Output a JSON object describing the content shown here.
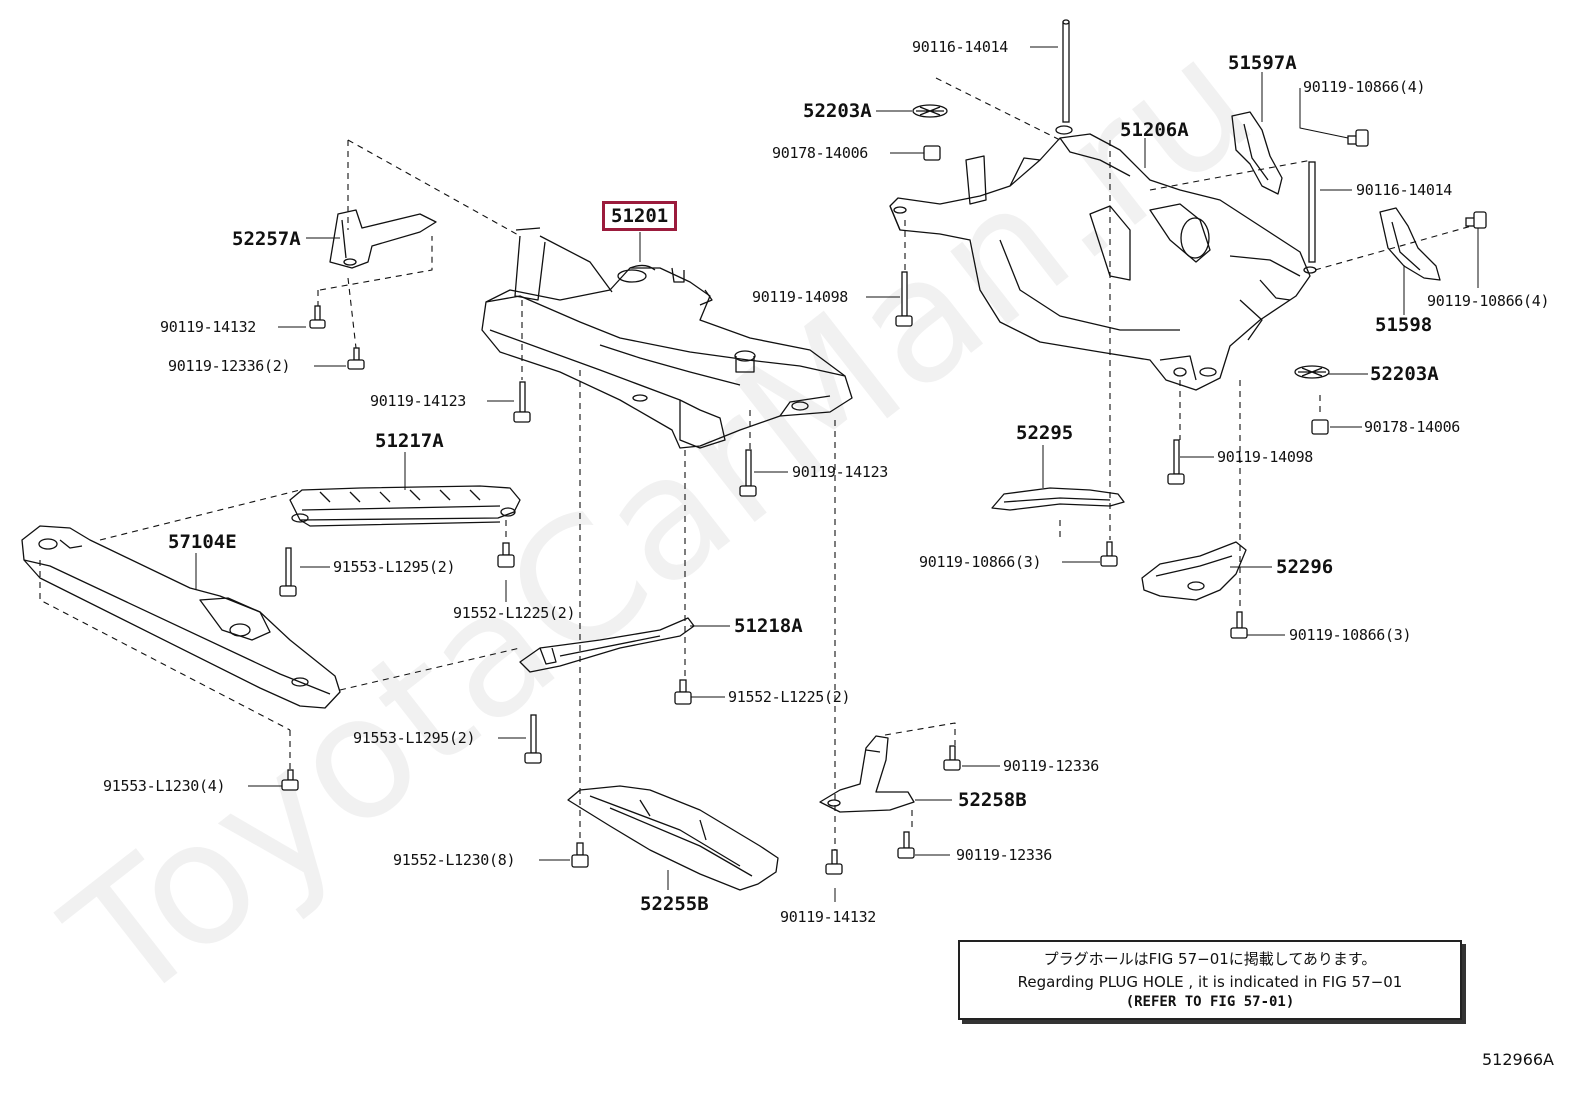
{
  "diagram": {
    "highlight_color": "#9b1b3c",
    "watermark": "ToyotaCarMan.ru",
    "figure_code": "512966A",
    "note": {
      "jp": "プラグホールはFIG 57−01に掲載してあります。",
      "en": "Regarding PLUG HOLE , it is indicated in FIG 57−01",
      "refer": "(REFER TO FIG 57-01)"
    },
    "labels": {
      "p51201": "51201",
      "p52257a": "52257A",
      "p90119_14132_a": "90119-14132",
      "p90119_12336_2": "90119-12336(2)",
      "p90119_14123_a": "90119-14123",
      "p90119_14123_b": "90119-14123",
      "p51217a": "51217A",
      "p57104e": "57104E",
      "p91553_l1295_2a": "91553-L1295(2)",
      "p91552_l1225_2a": "91552-L1225(2)",
      "p51218a": "51218A",
      "p91552_l1225_2b": "91552-L1225(2)",
      "p91553_l1295_2b": "91553-L1295(2)",
      "p91553_l1230_4": "91553-L1230(4)",
      "p91552_l1230_8": "91552-L1230(8)",
      "p52255b": "52255B",
      "p90119_14132_b": "90119-14132",
      "p52258b": "52258B",
      "p90119_12336_a": "90119-12336",
      "p90119_12336_b": "90119-12336",
      "p90116_14014_a": "90116-14014",
      "p52203a_a": "52203A",
      "p90178_14006_a": "90178-14006",
      "p51206a": "51206A",
      "p51597a": "51597A",
      "p90119_10866_4a": "90119-10866(4)",
      "p90116_14014_b": "90116-14014",
      "p90119_10866_4b": "90119-10866(4)",
      "p51598": "51598",
      "p90119_14098_a": "90119-14098",
      "p52203a_b": "52203A",
      "p90178_14006_b": "90178-14006",
      "p90119_14098_b": "90119-14098",
      "p52295": "52295",
      "p90119_10866_3a": "90119-10866(3)",
      "p52296": "52296",
      "p90119_10866_3b": "90119-10866(3)"
    }
  }
}
